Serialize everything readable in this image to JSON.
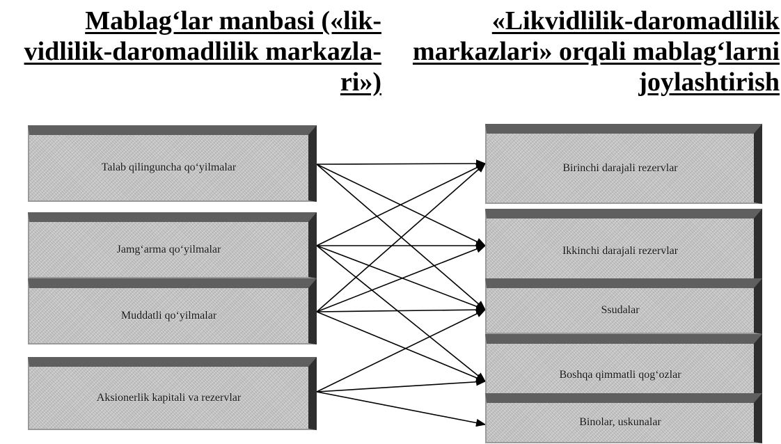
{
  "heading_left": {
    "lines": [
      "Mablag‘lar manbasi («lik-",
      "vidlilik-daromadlilik markazla-",
      "ri»)"
    ]
  },
  "heading_right": {
    "lines": [
      "«Likvidlilik-daromadlilik",
      "markazlari» orqali mablag‘larni",
      "joylashtirish"
    ]
  },
  "sources": [
    {
      "label": "Talab qilinguncha qo‘yilmalar"
    },
    {
      "label": "Jamg‘arma qo‘yilmalar"
    },
    {
      "label": "Muddatli qo‘yilmalar"
    },
    {
      "label": "Aksionerlik kapitali va rezervlar"
    }
  ],
  "targets": [
    {
      "label": "Birinchi darajali rezervlar"
    },
    {
      "label": "Ikkinchi darajali rezervlar"
    },
    {
      "label": "Ssudalar"
    },
    {
      "label": "Boshqa qimmatli qog‘ozlar"
    },
    {
      "label": "Binolar, uskunalar"
    }
  ],
  "links": [
    {
      "from": 0,
      "to": 0
    },
    {
      "from": 0,
      "to": 1
    },
    {
      "from": 0,
      "to": 2
    },
    {
      "from": 1,
      "to": 0
    },
    {
      "from": 1,
      "to": 1
    },
    {
      "from": 1,
      "to": 2
    },
    {
      "from": 1,
      "to": 3
    },
    {
      "from": 2,
      "to": 0
    },
    {
      "from": 2,
      "to": 1
    },
    {
      "from": 2,
      "to": 2
    },
    {
      "from": 2,
      "to": 3
    },
    {
      "from": 3,
      "to": 2
    },
    {
      "from": 3,
      "to": 3
    },
    {
      "from": 3,
      "to": 4
    }
  ]
}
